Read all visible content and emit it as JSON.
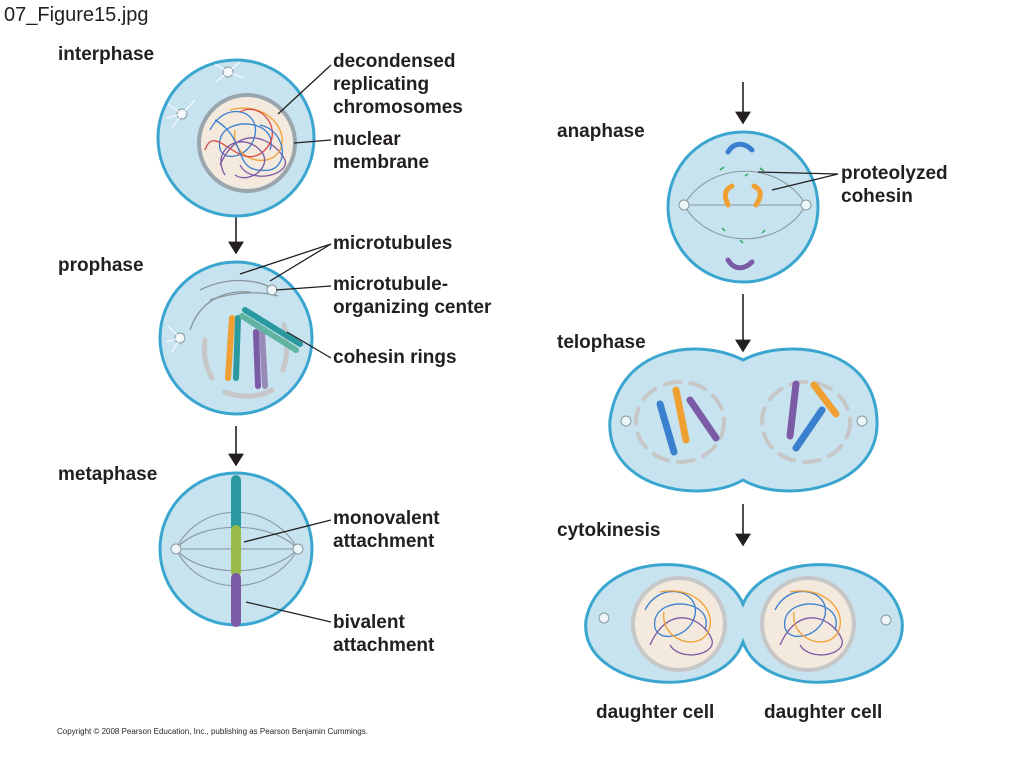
{
  "file_title": "07_Figure15.jpg",
  "stages": {
    "interphase": "interphase",
    "prophase": "prophase",
    "metaphase": "metaphase",
    "anaphase": "anaphase",
    "telophase": "telophase",
    "cytokinesis": "cytokinesis"
  },
  "labels": {
    "decondensed": [
      "decondensed",
      "replicating",
      "chromosomes"
    ],
    "nuclear_membrane": [
      "nuclear",
      "membrane"
    ],
    "microtubules": "microtubules",
    "mtoc": [
      "microtubule-",
      "organizing center"
    ],
    "cohesin_rings": "cohesin rings",
    "monovalent": [
      "monovalent",
      "attachment"
    ],
    "bivalent": [
      "bivalent",
      "attachment"
    ],
    "proteolyzed": [
      "proteolyzed",
      "cohesin"
    ],
    "daughter_cell_left": "daughter cell",
    "daughter_cell_right": "daughter cell"
  },
  "copyright": "Copyright © 2008 Pearson Education, Inc., publishing as Pearson Benjamin Cummings.",
  "colors": {
    "cell_fill": "#c6e3ef",
    "cell_edge": "#3aa6cf",
    "nucleus_fill": "#f3e9dd",
    "chrom_blue": "#3b7fcf",
    "chrom_orange": "#f0a033",
    "chrom_purple": "#7b5aa6",
    "chrom_teal": "#2a9aa0",
    "cohesin_green": "#2fa866",
    "line": "#231f20"
  }
}
